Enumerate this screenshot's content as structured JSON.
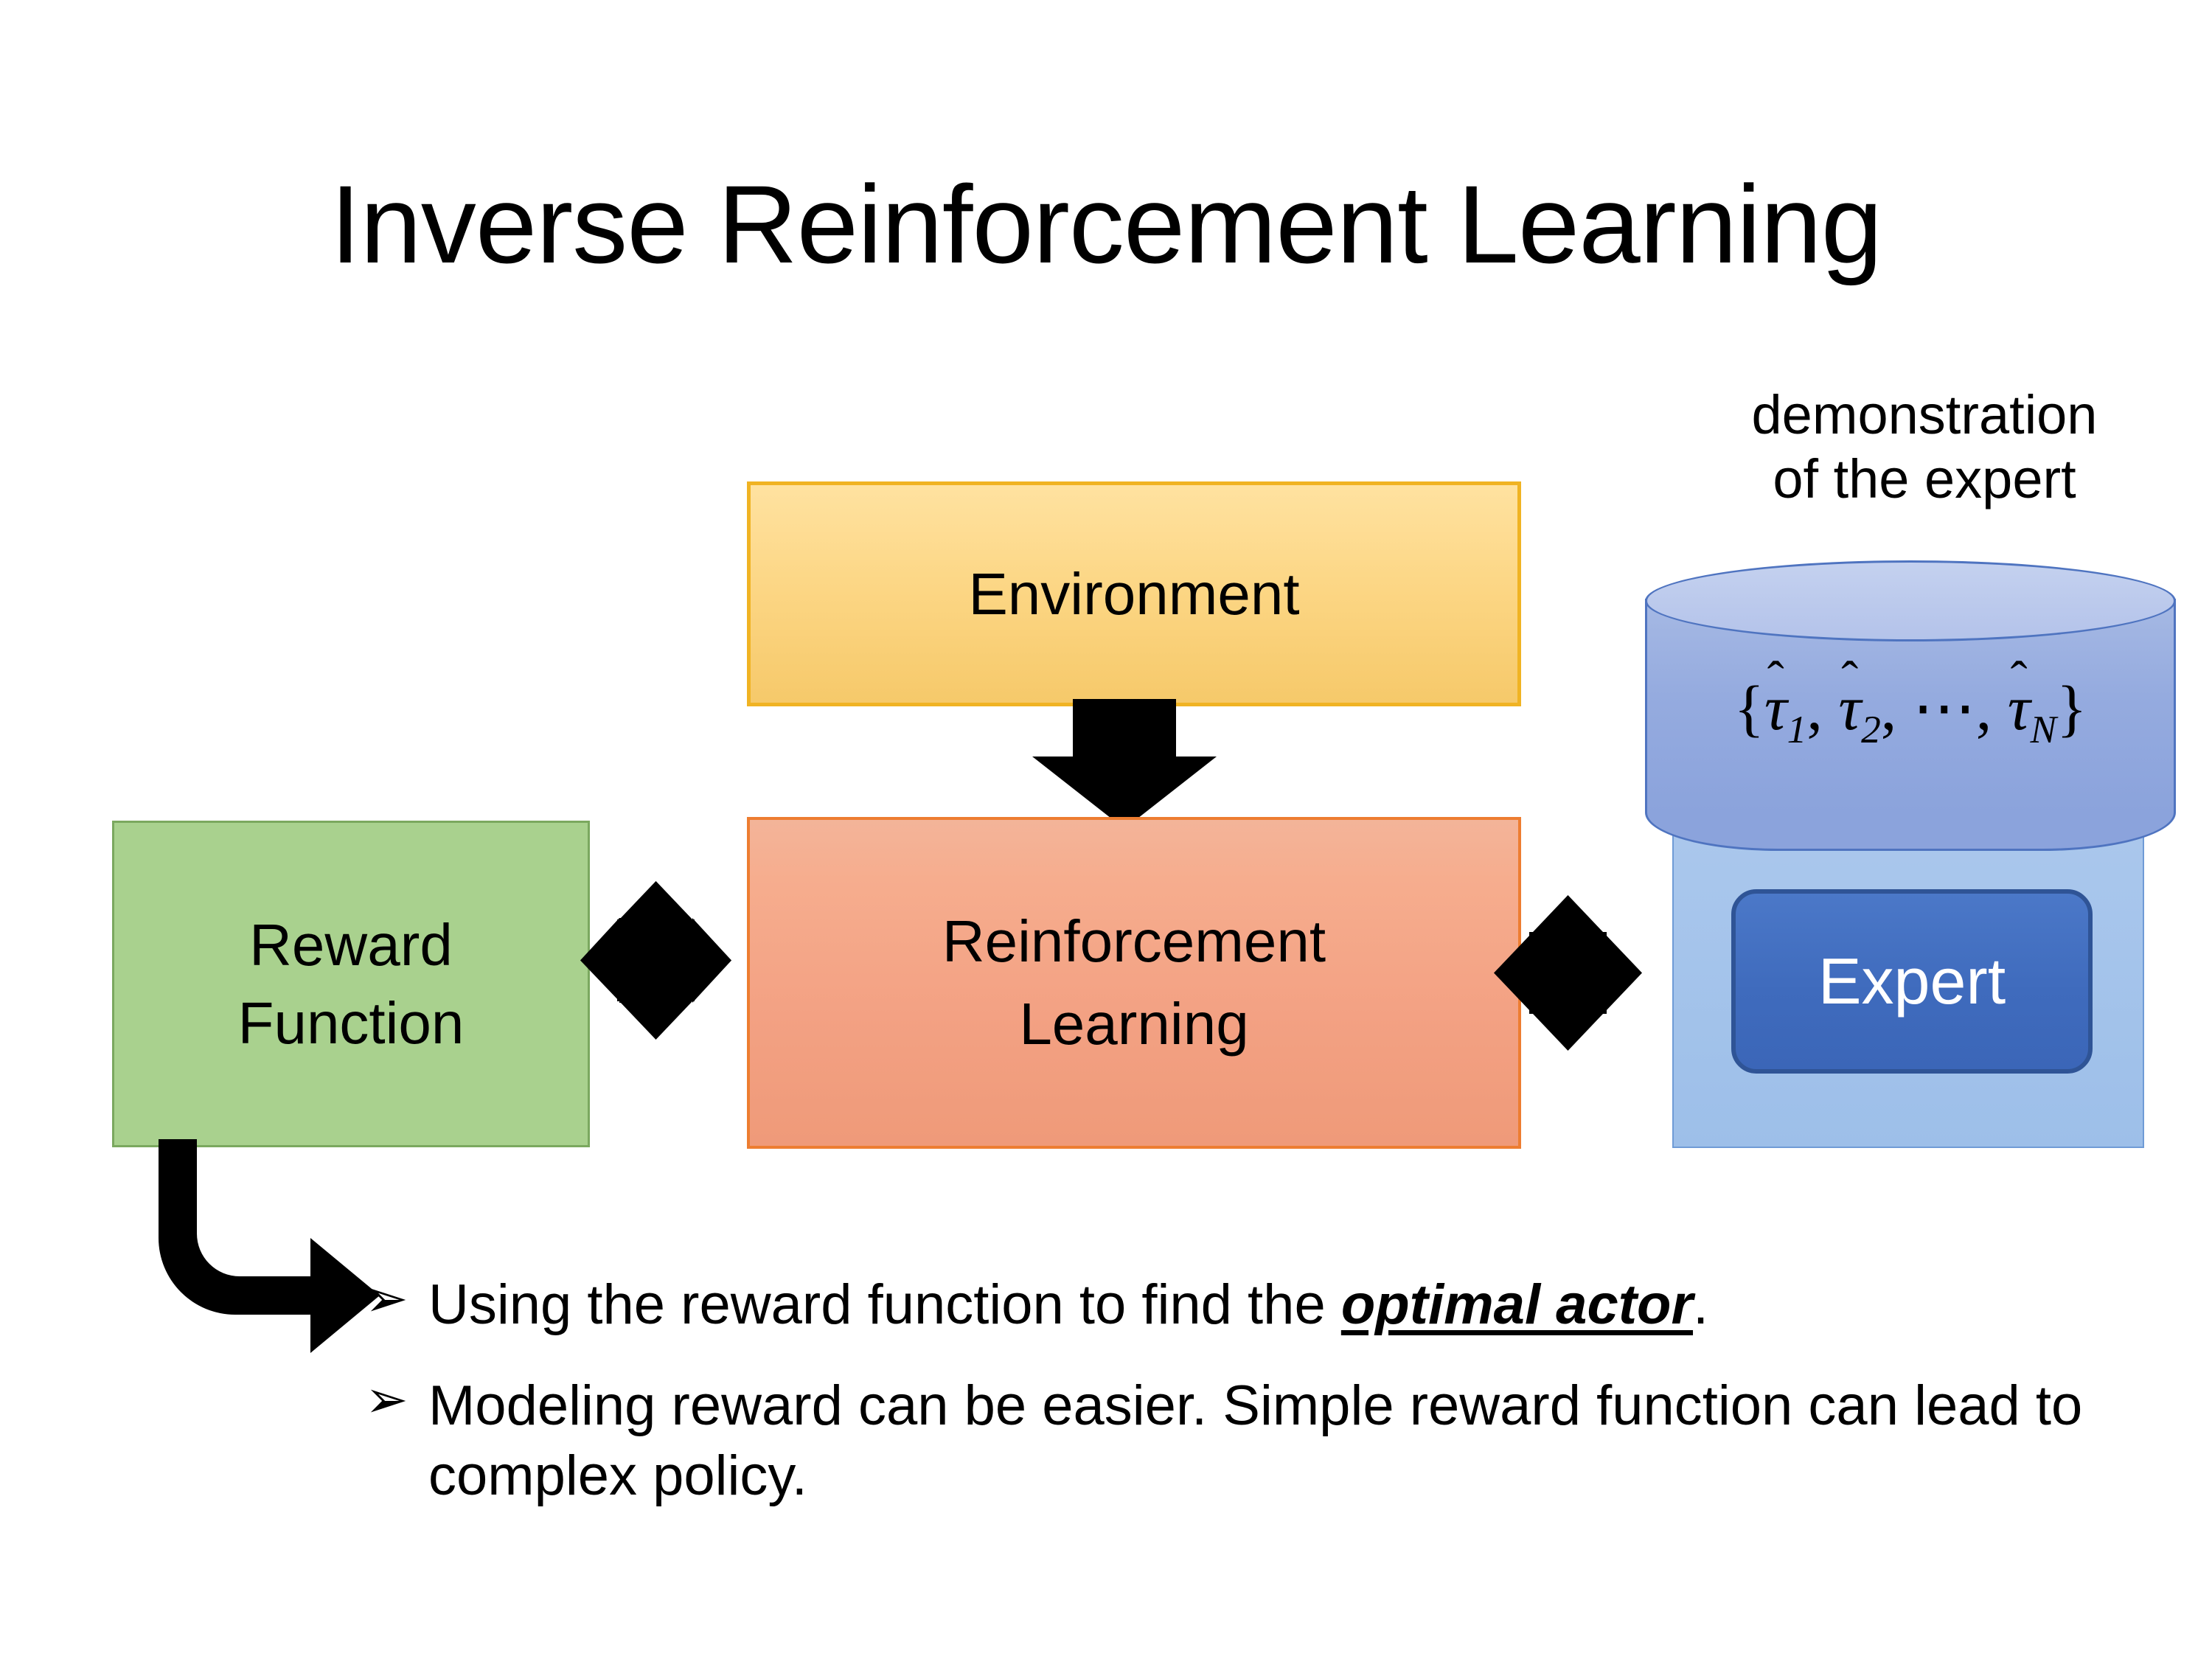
{
  "slide": {
    "title": "Inverse Reinforcement Learning",
    "background_color": "#ffffff"
  },
  "diagram": {
    "environment": {
      "label": "Environment",
      "fill_color": "#fcd684",
      "border_color": "#f0b323"
    },
    "reinforcement_learning": {
      "label_line1": "Reinforcement",
      "label_line2": "Learning",
      "fill_color": "#f3a183",
      "border_color": "#ed7d31"
    },
    "reward_function": {
      "label_line1": "Reward",
      "label_line2": "Function",
      "fill_color": "#a9d18e",
      "border_color": "#7ba85f"
    },
    "demonstration": {
      "caption_line1": "demonstration",
      "caption_line2": "of the expert",
      "set_open": "{",
      "tau_symbol": "τ",
      "hat_symbol": "̂",
      "item1_sub": "1",
      "item2_sub": "2",
      "ellipsis": "⋯",
      "itemN_sub": "N",
      "comma": ",",
      "set_close": "}",
      "cylinder_fill_color": "#95abdf",
      "cylinder_border_color": "#4f74c0"
    },
    "expert": {
      "label": "Expert",
      "fill_color": "#3f6bbd",
      "border_color": "#2f5496",
      "text_color": "#ffffff",
      "panel_fill_color": "#a8c6ec"
    },
    "connectors": {
      "env_to_rl": "down-arrow",
      "reward_to_rl": "four-way-arrow",
      "rl_to_expert": "four-way-arrow",
      "reward_to_bullets": "elbow-arrow",
      "arrow_color": "#000000"
    }
  },
  "bullets": {
    "marker": "➢",
    "items": [
      {
        "prefix": "Using the reward function to find the ",
        "emphasis": "optimal actor",
        "suffix": "."
      },
      {
        "prefix": "Modeling reward can be easier. Simple reward function can lead to complex policy.",
        "emphasis": "",
        "suffix": ""
      }
    ]
  }
}
